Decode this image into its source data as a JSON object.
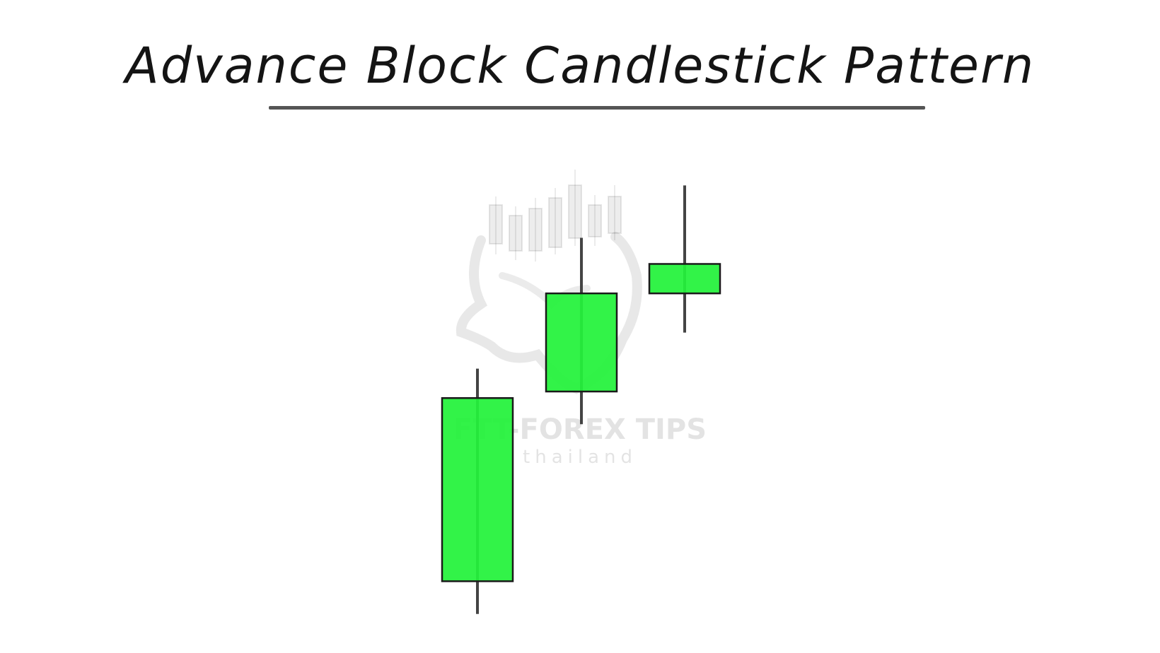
{
  "title": "Advance Block Candlestick Pattern",
  "colors": {
    "body_fill": "#22f23a",
    "body_stroke": "#1a1a1a",
    "wick": "#444444",
    "underline": "#555555"
  },
  "watermark": {
    "brand": "FTT-FOREX TIPS",
    "sub": "thailand",
    "icon": "bull-head-candles-icon"
  },
  "chart_data": {
    "type": "candlestick",
    "pattern": "advance-block",
    "candles": [
      {
        "name": "candle-1",
        "open": 1.2,
        "close": 6.8,
        "low": 0.2,
        "high": 7.7
      },
      {
        "name": "candle-2",
        "open": 7.0,
        "close": 10.0,
        "low": 6.0,
        "high": 11.7
      },
      {
        "name": "candle-3",
        "open": 10.0,
        "close": 10.9,
        "low": 8.8,
        "high": 13.3
      }
    ],
    "ylim": [
      0,
      14
    ]
  }
}
